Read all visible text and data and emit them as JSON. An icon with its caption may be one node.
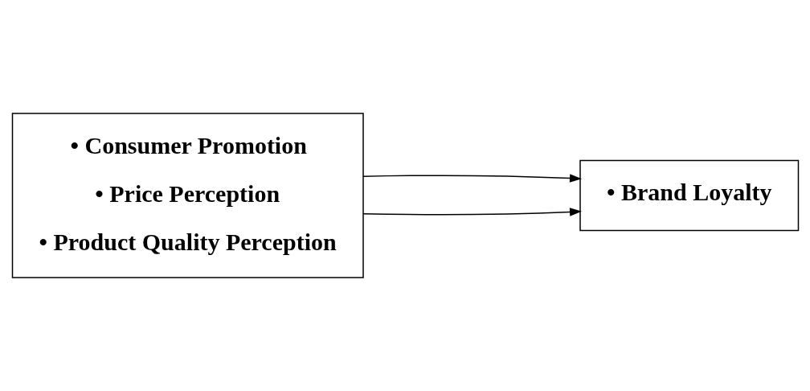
{
  "diagram": {
    "nodes": [
      {
        "text": [
          "• Consumer Promotion",
          "• Price Perception",
          "• Product Quality Perception"
        ]
      },
      {
        "text": [
          "• Brand Loyalty"
        ]
      }
    ],
    "edges": [
      {
        "from": 0,
        "to": 1,
        "arrow": "to"
      },
      {
        "from": 0,
        "to": 1,
        "arrow": "to"
      }
    ]
  }
}
